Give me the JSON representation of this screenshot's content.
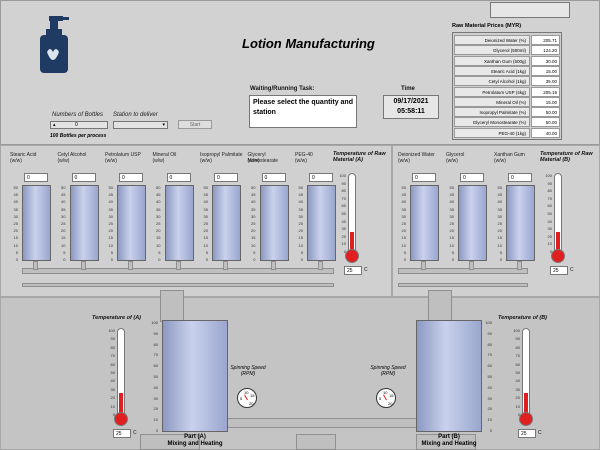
{
  "header": {
    "title": "Lotion Manufacturing",
    "top_right_box": ""
  },
  "controls": {
    "bottles_label": "Numbers of Bottles",
    "bottles_value": "0",
    "station_label": "Station to deliver",
    "station_value": "",
    "start_label": "Start",
    "per_process_label": "100 Bottles per process"
  },
  "task": {
    "label": "Waiting/Running Task:",
    "message": "Please select the quantity and station"
  },
  "time": {
    "label": "Time",
    "date": "09/17/2021",
    "clock": "05:58:11"
  },
  "prices": {
    "title": "Raw Material Prices (MYR)",
    "items": [
      {
        "name": "Deionized Water (%)",
        "value": "205.71"
      },
      {
        "name": "Glycerol (500ml)",
        "value": "124.20"
      },
      {
        "name": "Xanthan Gum (500g)",
        "value": "30.00"
      },
      {
        "name": "Stearic Acid (1kg)",
        "value": "15.00"
      },
      {
        "name": "Cetyl Alcohol (1kg)",
        "value": "35.00"
      },
      {
        "name": "Petrolatum USP (4kg)",
        "value": "205.19"
      },
      {
        "name": "Mineral Oil (%)",
        "value": "15.00"
      },
      {
        "name": "Isopropyl Palmitate (%)",
        "value": "50.00"
      },
      {
        "name": "Glyceryl Monostearate (%)",
        "value": "50.00"
      },
      {
        "name": "PEG-40 (1kg)",
        "value": "40.00"
      }
    ]
  },
  "tanks_a": [
    {
      "name": "Stearic Acid",
      "unit": "(w/w)",
      "value": "0"
    },
    {
      "name": "Cetyl Alcohol",
      "unit": "(w/w)",
      "value": "0"
    },
    {
      "name": "Petrolatum USP",
      "unit": "(w/w)",
      "value": "0"
    },
    {
      "name": "Mineral Oil",
      "unit": "(w/w)",
      "value": "0"
    },
    {
      "name": "Isopropyl Palmitate",
      "unit": "(w/w)",
      "value": "0"
    },
    {
      "name": "Glyceryl Monostearate",
      "unit": "(w/w)",
      "value": "0"
    },
    {
      "name": "PEG-40",
      "unit": "(w/w)",
      "value": "0"
    }
  ],
  "tanks_b": [
    {
      "name": "Deionized Water",
      "unit": "(w/w)",
      "value": "0"
    },
    {
      "name": "Glycerol",
      "unit": "(w/w)",
      "value": "0"
    },
    {
      "name": "Xanthan Gum",
      "unit": "(w/w)",
      "value": "0"
    }
  ],
  "scale50": [
    "50",
    "45",
    "40",
    "35",
    "30",
    "25",
    "20",
    "15",
    "10",
    "5",
    "0"
  ],
  "scale100": [
    "100",
    "90",
    "80",
    "70",
    "60",
    "50",
    "40",
    "30",
    "20",
    "10",
    "0"
  ],
  "temp_raw_a": {
    "label": "Temperature of Raw Material (A)",
    "value": "25",
    "unit": "C",
    "level": 0.25
  },
  "temp_raw_b": {
    "label": "Temperature of Raw Material (B)",
    "value": "25",
    "unit": "C",
    "level": 0.25
  },
  "temp_a": {
    "label": "Temperature of (A)",
    "value": "25",
    "unit": "C",
    "level": 0.25
  },
  "temp_b": {
    "label": "Temperature of (B)",
    "value": "25",
    "unit": "C",
    "level": 0.25
  },
  "mixer_a": {
    "label": "Part (A)",
    "sub": "Mixing and Heating",
    "spin_label": "Spinning Speed",
    "spin_unit": "(RPM)",
    "dial": [
      "5",
      "10",
      "15",
      "20"
    ]
  },
  "mixer_b": {
    "label": "Part (B)",
    "sub": "Mixing and Heating",
    "spin_label": "Spinning Speed",
    "spin_unit": "(RPM)",
    "dial": [
      "5",
      "10",
      "15",
      "20"
    ]
  },
  "colors": {
    "tank": "#a9b4dc",
    "thermo_fill": "#e02020",
    "bottle": "#1f3a63"
  }
}
